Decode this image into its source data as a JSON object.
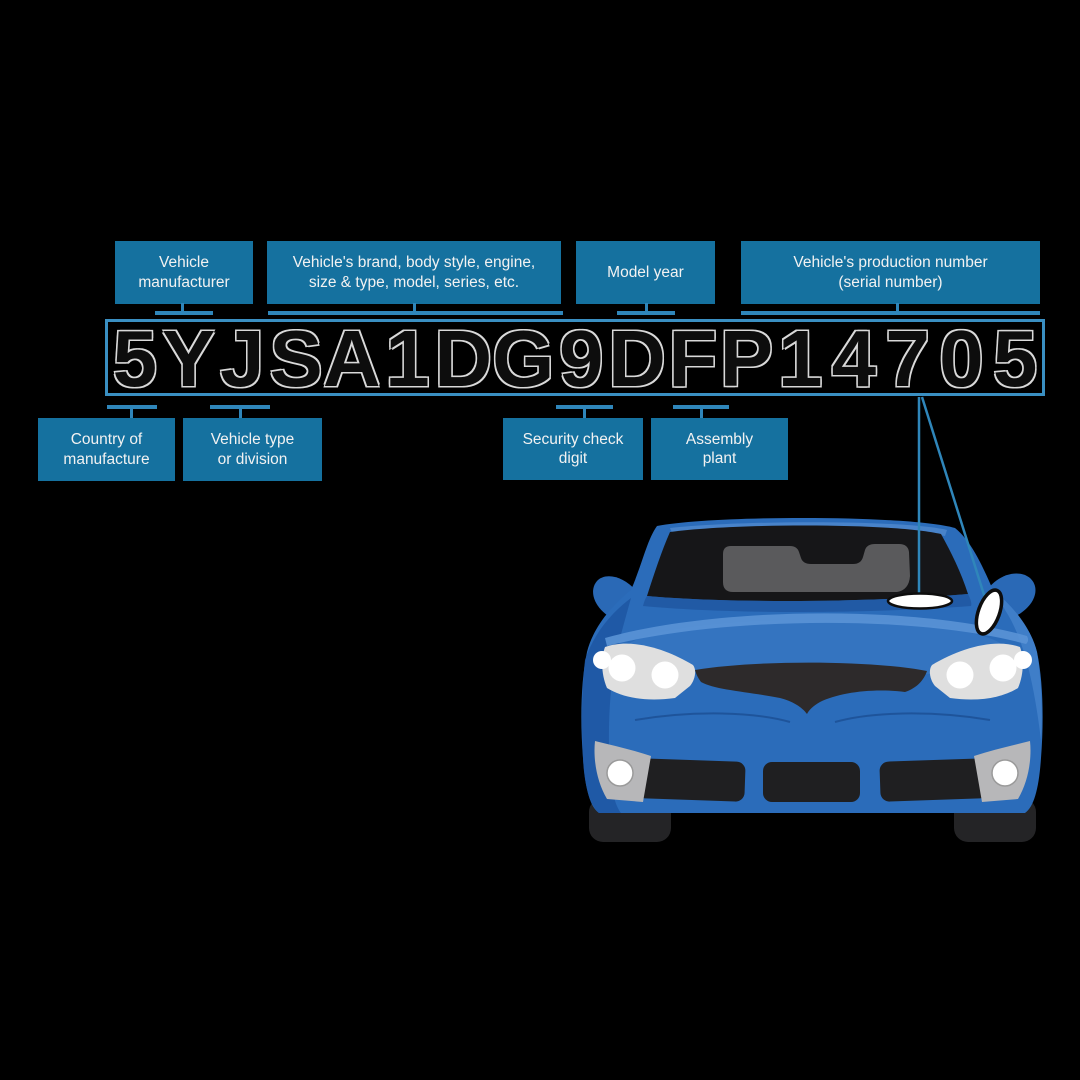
{
  "diagram": "VIN (vehicle identification number) structure explanation",
  "vin": {
    "value": "5YJSA1DG9DFP14705",
    "chars": [
      "5",
      "Y",
      "J",
      "S",
      "A",
      "1",
      "D",
      "G",
      "9",
      "D",
      "F",
      "P",
      "1",
      "4",
      "7",
      "0",
      "5"
    ]
  },
  "labels": {
    "top": [
      {
        "id": "vehicle-manufacturer",
        "lines": [
          "Vehicle",
          "manufacturer"
        ]
      },
      {
        "id": "brand-body-style",
        "lines": [
          "Vehicle's brand, body style, engine,",
          "size & type, model, series, etc."
        ]
      },
      {
        "id": "model-year",
        "lines": [
          "Model year",
          ""
        ]
      },
      {
        "id": "production-number",
        "lines": [
          "Vehicle's production number",
          "(serial number)"
        ]
      }
    ],
    "bottom": [
      {
        "id": "country-of-manufacture",
        "lines": [
          "Country of",
          "manufacture"
        ]
      },
      {
        "id": "vehicle-type",
        "lines": [
          "Vehicle type",
          "or division"
        ]
      },
      {
        "id": "security-check-digit",
        "lines": [
          "Security check",
          "digit"
        ]
      },
      {
        "id": "assembly-plant",
        "lines": [
          "Assembly",
          "plant"
        ]
      }
    ]
  },
  "colors": {
    "background": "#000000",
    "label_box_fill": "#15719f",
    "label_text": "#f2f2f2",
    "connector": "#2f86ba",
    "vin_box_border": "#3a8fc2",
    "vin_text": "#0d0d0d",
    "car_body_blue": "#2b6cba",
    "car_shadow_blue": "#1d56a2",
    "car_highlight_blue": "#4d8ad2",
    "glass_black": "#161618",
    "interior_grey": "#5a5a5c",
    "fog_housing_grey": "#b7b7b9",
    "vin_plate_white": "#ffffff"
  }
}
